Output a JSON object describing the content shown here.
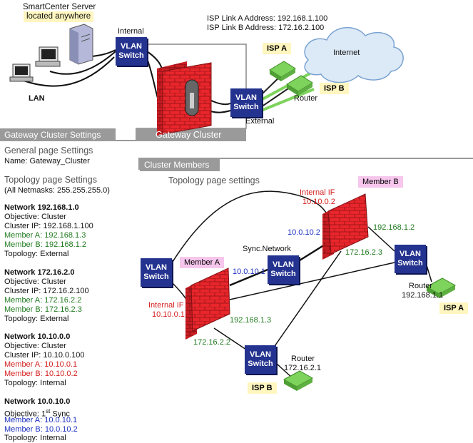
{
  "top": {
    "smartcenter_line1": "SmartCenter Server",
    "smartcenter_line2": "located anywhere",
    "lan": "LAN",
    "internal": "Internal",
    "isp_link_a": "ISP Link A Address: 192.168.1.100",
    "isp_link_b": "ISP Link B Address: 172.16.2.100",
    "isp_a": "ISP A",
    "isp_b": "ISP B",
    "internet": "Internet",
    "router": "Router",
    "external": "External",
    "gateway_cluster": "Gateway Cluster"
  },
  "vlan": {
    "line1": "VLAN",
    "line2": "Switch"
  },
  "left": {
    "header": "Gateway Cluster Settings",
    "general_title": "General page Settings",
    "general_name": "Name: Gateway_Cluster",
    "topology_title": "Topology page Settings",
    "netmasks": "(All Netmasks: 255.255.255.0)",
    "net1": {
      "title": "Network 192.168.1.0",
      "objective": "Objective: Cluster",
      "cluster_ip": "Cluster IP: 192.168.1.100",
      "member_a": "Member A: 192.168.1.3",
      "member_b": "Member B: 192.168.1.2",
      "topology": "Topology: External"
    },
    "net2": {
      "title": "Network 172.16.2.0",
      "objective": "Objective: Cluster",
      "cluster_ip": "Cluster IP: 172.16.2.100",
      "member_a": "Member A: 172.16.2.2",
      "member_b": "Member B: 172.16.2.3",
      "topology": "Topology: External"
    },
    "net3": {
      "title": "Network 10.10.0.0",
      "objective": "Objective: Cluster",
      "cluster_ip": "Cluster IP: 10.10.0.100",
      "member_a": "Member A: 10.10.0.1",
      "member_b": "Member B: 10.10.0.2",
      "topology": "Topology: Internal"
    },
    "net4": {
      "title": "Network 10.0.10.0",
      "objective_prefix": "Objective: 1",
      "objective_sup": "st",
      "objective_suffix": " Sync",
      "member_a": "Member A: 10.0.10.1",
      "member_b": "Member B: 10.0.10.2",
      "topology": "Topology: Internal"
    }
  },
  "members": {
    "header": "Cluster Members",
    "topology_title": "Topology page settings",
    "member_a": "Member A",
    "member_b": "Member B",
    "internal_if": "Internal IF",
    "a_internal_ip": "10.10.0.1",
    "b_internal_ip": "10.10.0.2",
    "b_sync_ip": "10.0.10.2",
    "a_sync_ip": "10.0.10.1",
    "sync_network": "Sync.Network",
    "b_ext1": "192.168.1.2",
    "b_ext2": "172.16.2.3",
    "a_ext1": "192.168.1.3",
    "a_ext2": "172.16.2.2",
    "router_right": "Router",
    "router_right_ip": "192.168.1.1",
    "isp_a": "ISP A",
    "router_bottom": "Router",
    "router_bottom_ip": "172.16.2.1",
    "isp_b": "ISP B"
  },
  "colors": {
    "vlan": "#24338f",
    "firewall": "#e8262b",
    "router": "#7ed35c",
    "section_bar": "#9a9a9a",
    "ip_green": "#1f7a1f",
    "ip_red": "#d42020",
    "ip_blue": "#1a2fbf"
  }
}
